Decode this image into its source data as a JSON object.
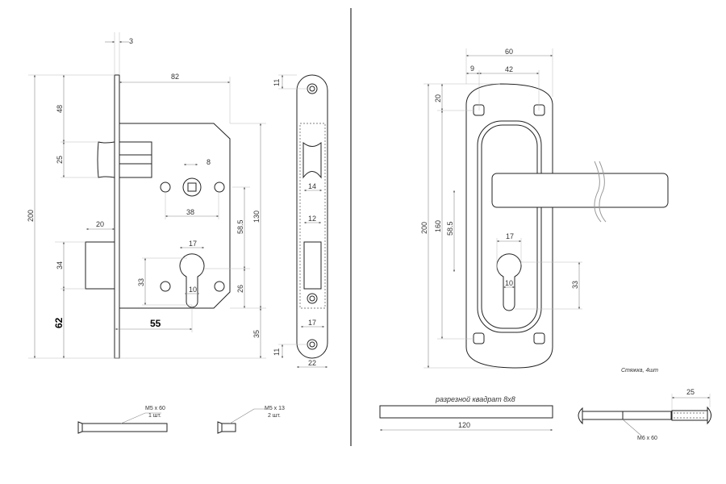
{
  "lock_body": {
    "dims": {
      "faceplate_thickness": "3",
      "depth": "82",
      "height": "200",
      "top_to_latch": "48",
      "latch_height": "25",
      "deadbolt_height": "34",
      "deadbolt_to_bottom": "62",
      "deadbolt_throw": "20",
      "spindle_square": "8",
      "spindle_hole_spacing": "38",
      "cylinder_width": "17",
      "cylinder_hole_height": "33",
      "cylinder_slot": "10",
      "backset": "55",
      "centre_distance": "58.5",
      "cylinder_to_body_bottom": "26",
      "body_height": "130",
      "body_bottom_to_end": "35"
    }
  },
  "strike_plate": {
    "dims": {
      "top_hole": "11",
      "latch_opening": "14",
      "bolt_opening": "12",
      "inner_width": "17",
      "width": "22",
      "bottom_hole": "11"
    }
  },
  "handle": {
    "dims": {
      "width": "60",
      "hole_offset": "9",
      "hole_spacing_h": "42",
      "height": "200",
      "top_hole": "20",
      "hole_spacing_v": "160",
      "centre_distance": "58.5",
      "cylinder_width": "17",
      "cylinder_slot": "10",
      "cylinder_height": "33"
    },
    "tie_note": "Стяжка, 4шт"
  },
  "accessories": {
    "screw_long": {
      "size": "M5 x 60",
      "qty": "1 шт."
    },
    "screw_short": {
      "size": "M5 x 13",
      "qty": "2 шт."
    },
    "spindle": {
      "label": "разрезной квадрат 8х8",
      "length": "120"
    },
    "tie_bolt": {
      "size": "M6 x 60",
      "sleeve_length": "25"
    }
  }
}
